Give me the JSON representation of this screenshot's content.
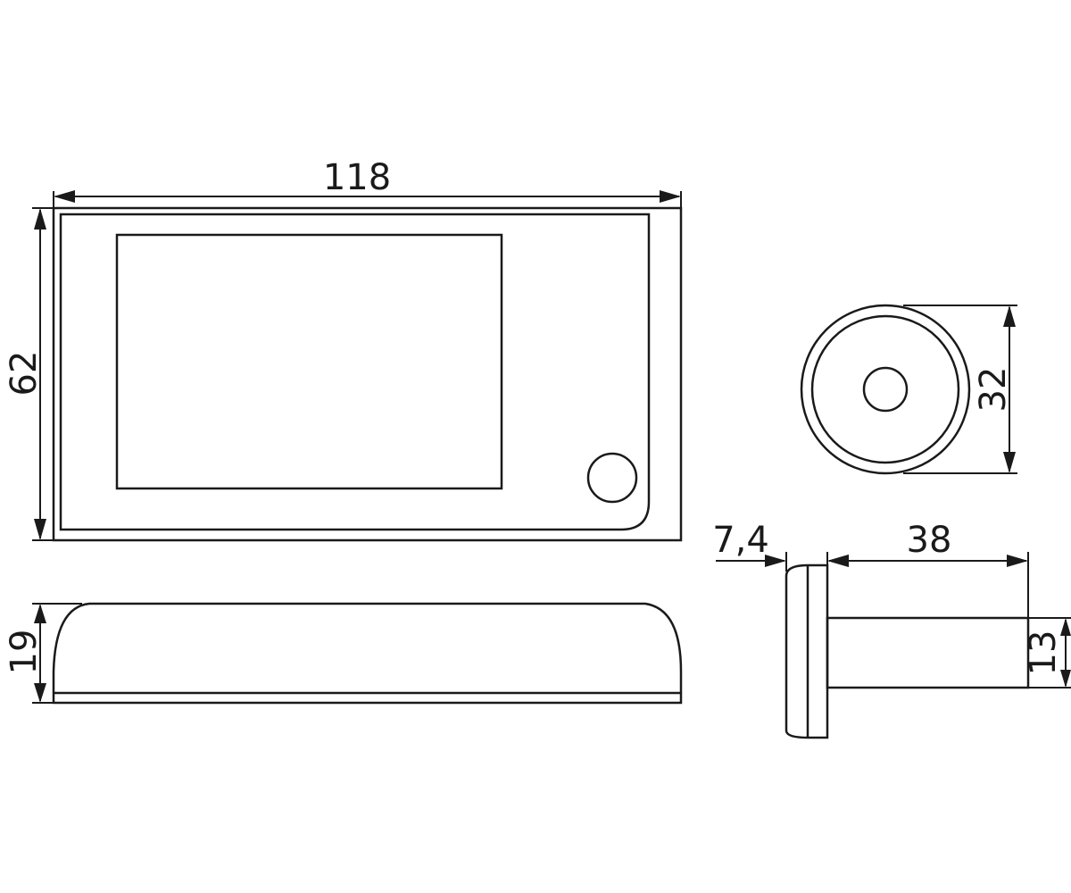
{
  "dimensions": {
    "monitor_width": "118",
    "monitor_height": "62",
    "monitor_depth": "19",
    "camera_diameter": "32",
    "camera_flange_thickness": "7,4",
    "camera_barrel_length": "38",
    "camera_barrel_diameter": "13"
  },
  "colors": {
    "line": "#1a1a1a",
    "background": "#ffffff"
  }
}
